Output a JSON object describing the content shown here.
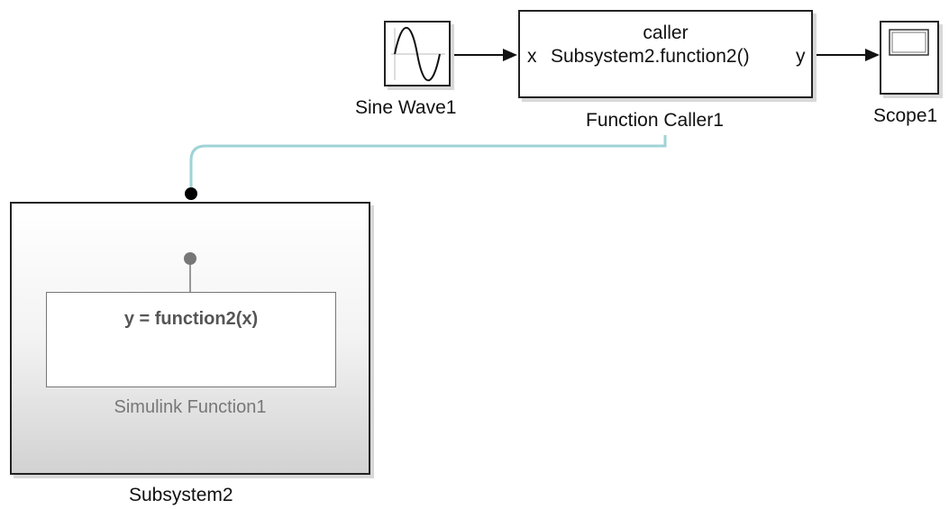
{
  "diagram": {
    "sine_wave": {
      "name": "Sine Wave1"
    },
    "function_caller": {
      "title": "caller",
      "prototype": "Subsystem2.function2()",
      "input_port": "x",
      "output_port": "y",
      "name": "Function Caller1"
    },
    "scope": {
      "name": "Scope1"
    },
    "subsystem": {
      "name": "Subsystem2",
      "inner_function": {
        "signature": "y = function2(x)",
        "name": "Simulink Function1"
      }
    },
    "colors": {
      "block_border": "#222222",
      "signal_line": "#111111",
      "function_link": "#9fd3d6",
      "subsystem_gradient_top": "#ffffff",
      "subsystem_gradient_bottom": "#d4d4d4",
      "inner_label": "#666666"
    }
  }
}
